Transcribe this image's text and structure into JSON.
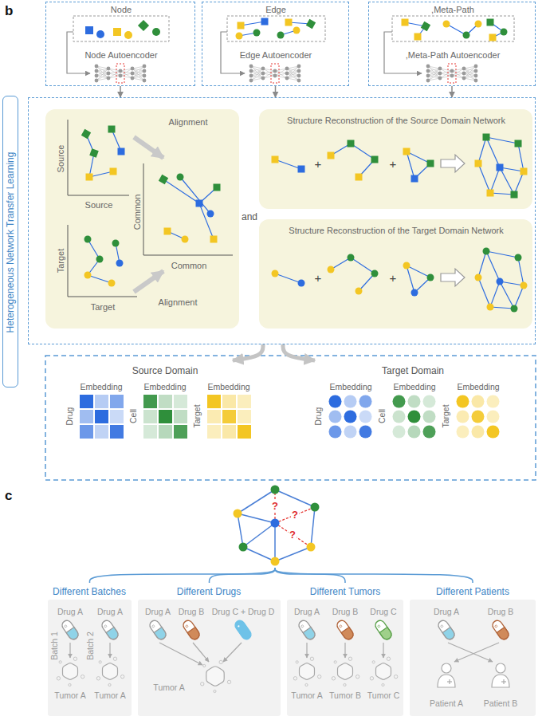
{
  "diagram": {
    "nodes": [
      {
        "text": [
          "Node",
          "Node Autoencoder"
        ]
      },
      {
        "text": [
          "Edge",
          "Edge Autoencoder"
        ]
      },
      {
        "text": [
          ",Meta-Path",
          ",Meta-Path Autoencoder"
        ]
      },
      {
        "text": [
          "Heterogeneous Network Transfer Learning"
        ]
      },
      {
        "text": [
          "and"
        ]
      },
      {
        "text": [
          "Source",
          "Source",
          "Alignment",
          "Common",
          "Common",
          "Target",
          "Target",
          "Alignment"
        ],
        "in": 4
      },
      {
        "text": [
          "Structure Reconstruction of the Source Domain Network",
          "+",
          "+"
        ],
        "in": 4
      },
      {
        "text": [
          "Structure Reconstruction of the Target Domain Network",
          "+",
          "+"
        ],
        "in": 4
      },
      {
        "text": [
          "Source Domain",
          "Embedding",
          "Embedding",
          "Embedding",
          "Drug",
          "Cell",
          "Target"
        ]
      },
      {
        "text": [
          "Target Domain",
          "Embedding",
          "Embedding",
          "Embedding",
          "Drug",
          "Cell",
          "Target"
        ]
      },
      {
        "text": [
          "?",
          "?",
          "?"
        ]
      },
      {
        "text": [
          "Different Batches",
          "Drug A",
          "Drug A",
          "Batch 1",
          "Batch 2",
          "Tumor A",
          "Tumor A"
        ]
      },
      {
        "text": [
          "Different Drugs",
          "Drug A",
          "Drug B",
          "Drug C + Drug D",
          "Tumor A"
        ]
      },
      {
        "text": [
          "Different Tumors",
          "Drug A",
          "Drug B",
          "Drug C",
          "Tumor A",
          "Tumor B",
          "Tumor C"
        ]
      },
      {
        "text": [
          "Different Patients",
          "Drug A",
          "Drug B",
          "Patient A",
          "Patient B"
        ]
      }
    ],
    "edges": [
      {
        "from": 0,
        "to": 4,
        "arrow": "to"
      },
      {
        "from": 1,
        "to": 4,
        "arrow": "to"
      },
      {
        "from": 2,
        "to": 4,
        "arrow": "to"
      },
      {
        "from": 4,
        "to": 8,
        "arrow": "to"
      },
      {
        "from": 4,
        "to": 9,
        "arrow": "to"
      },
      {
        "from": 10,
        "to": 11,
        "arrow": "none"
      },
      {
        "from": 10,
        "to": 12,
        "arrow": "none"
      },
      {
        "from": 10,
        "to": 13,
        "arrow": "none"
      },
      {
        "from": 10,
        "to": 14,
        "arrow": "none"
      }
    ],
    "labels": [
      "b",
      "c"
    ]
  }
}
